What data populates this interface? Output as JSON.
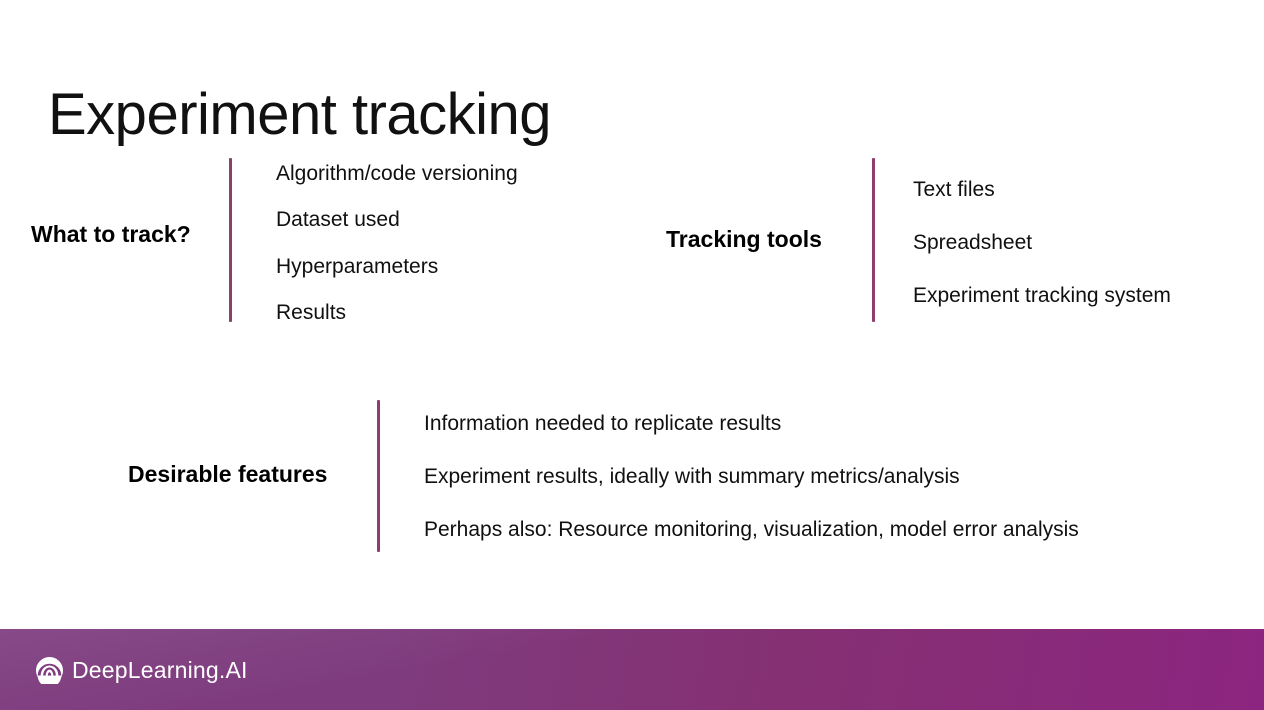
{
  "slide": {
    "title": "Experiment tracking",
    "background_color": "#ffffff",
    "accent_color": "#8E3D6E"
  },
  "sections": [
    {
      "id": "what-to-track",
      "heading": "What to track?",
      "items": [
        "Algorithm/code versioning",
        "Dataset used",
        "Hyperparameters",
        "Results"
      ]
    },
    {
      "id": "tracking-tools",
      "heading": "Tracking tools",
      "items": [
        "Text files",
        "Spreadsheet",
        "Experiment tracking system"
      ]
    },
    {
      "id": "desirable-features",
      "heading": "Desirable features",
      "items": [
        "Information needed to replicate results",
        "Experiment results, ideally with summary metrics/analysis",
        "Perhaps also: Resource monitoring, visualization, model error analysis"
      ]
    }
  ],
  "footer": {
    "brand_name": "DeepLearning.AI",
    "logo_icon": "deeplearning-spiral-icon",
    "band_color_left": "#7E3C7E",
    "band_color_right": "#8C2580",
    "text_color": "#ffffff"
  }
}
